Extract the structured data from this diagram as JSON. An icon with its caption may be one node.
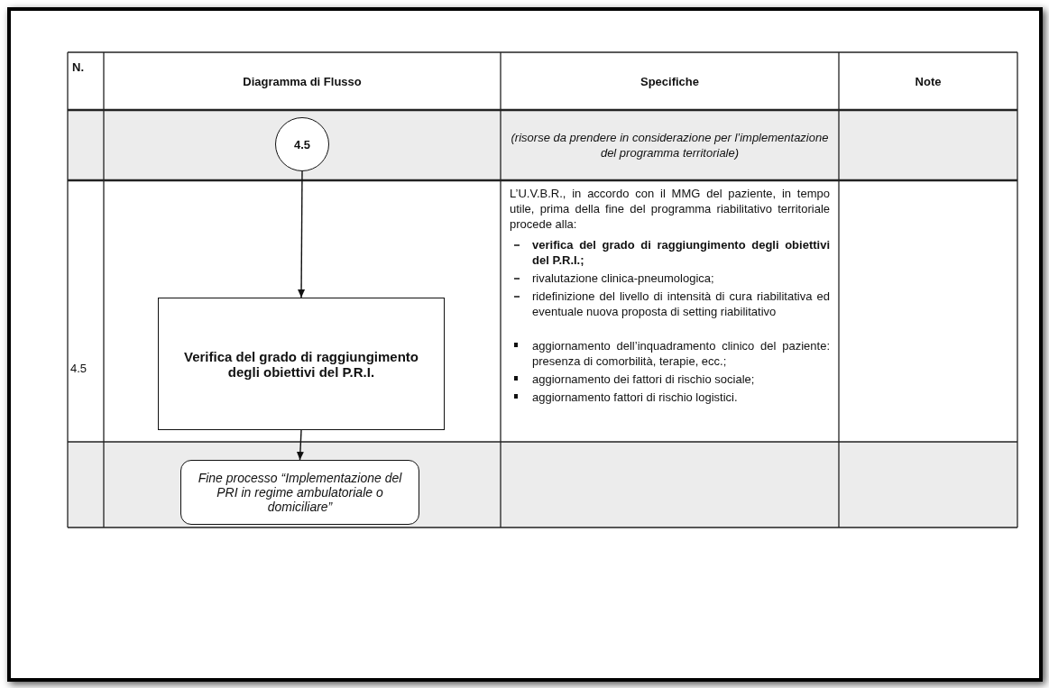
{
  "diagram": {
    "nodes": [
      {
        "text": [
          "4.5"
        ]
      },
      {
        "text": [
          "Verifica del grado di raggiungimento degli obiettivi del P.R.I."
        ]
      },
      {
        "text": [
          "Fine processo “Implementazione del PRI in regime ambulatoriale o domiciliare”"
        ]
      }
    ],
    "edges": [
      {
        "from": 0,
        "to": 1,
        "arrow": "to"
      },
      {
        "from": 1,
        "to": 2,
        "arrow": "to"
      }
    ],
    "labels": [
      "N.",
      "Diagramma di Flusso",
      "Specifiche",
      "Note",
      "(risorse da prendere in considerazione per l’implementazione del programma territoriale)",
      "4.5",
      "L’U.V.B.R., in accordo con il MMG del paziente, in tempo utile, prima della fine del programma riabilitativo territoriale procede alla:",
      "verifica del grado di raggiungimento degli obiettivi del P.R.I.;",
      "rivalutazione clinica-pneumologica;",
      "ridefinizione del livello di intensità di cura riabilitativa ed eventuale nuova proposta di setting riabilitativo",
      "aggiornamento dell’inquadramento clinico del paziente: presenza di comorbilità, terapie, ecc.;",
      "aggiornamento dei fattori di rischio sociale;",
      "aggiornamento fattori di rischio logistici."
    ]
  }
}
